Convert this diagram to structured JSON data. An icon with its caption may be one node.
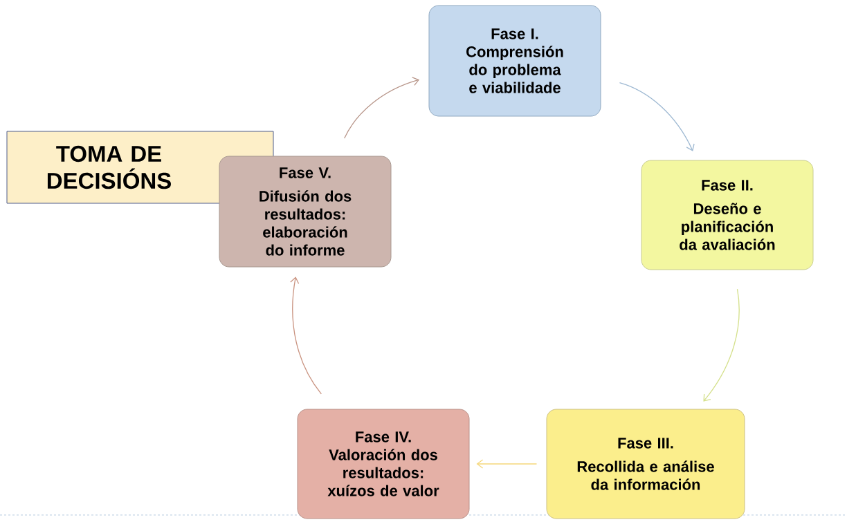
{
  "diagram": {
    "nodes": [
      {
        "text": [
          "Fase I.",
          "Comprensión do problema e viabilidade"
        ]
      },
      {
        "text": [
          "Fase II.",
          "Deseño e planificación da avaliación"
        ]
      },
      {
        "text": [
          "Fase III.",
          "Recollida e análise da información"
        ]
      },
      {
        "text": [
          "Fase IV.",
          "Valoración dos resultados: xuízos de valor"
        ]
      },
      {
        "text": [
          "Fase V.",
          "Difusión dos resultados: elaboración do informe"
        ]
      },
      {
        "text": [
          "TOMA DE DECISIÓNS"
        ]
      }
    ],
    "edges": [
      {
        "from": 0,
        "to": 1,
        "arrow": "to",
        "color": "#9db8d2"
      },
      {
        "from": 1,
        "to": 2,
        "arrow": "to",
        "color": "#d4e08a"
      },
      {
        "from": 2,
        "to": 3,
        "arrow": "to",
        "color": "#f5d77a"
      },
      {
        "from": 3,
        "to": 4,
        "arrow": "to",
        "color": "#c9927f"
      },
      {
        "from": 4,
        "to": 0,
        "arrow": "to",
        "color": "#b8968a"
      }
    ]
  }
}
